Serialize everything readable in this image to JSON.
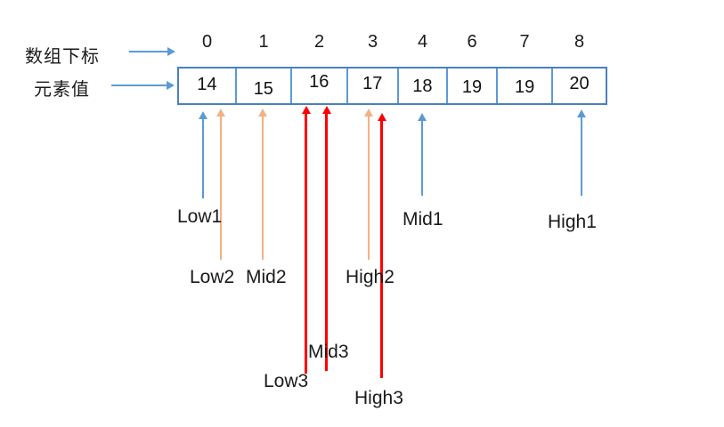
{
  "diagram": {
    "row_labels": {
      "index_row_label": "数组下标",
      "value_row_label": "元素值"
    },
    "array": {
      "indices": [
        "0",
        "1",
        "2",
        "3",
        "4",
        "6",
        "7",
        "8"
      ],
      "values": [
        "14",
        "15",
        "16",
        "17",
        "18",
        "19",
        "19",
        "20"
      ]
    },
    "pointers": [
      {
        "label": "Low1",
        "color_name": "blue",
        "points_to_index": "0"
      },
      {
        "label": "Low2",
        "color_name": "orange",
        "points_to_index": "0"
      },
      {
        "label": "Mid2",
        "color_name": "orange",
        "points_to_index": "1"
      },
      {
        "label": "Low3",
        "color_name": "red",
        "points_to_index": "2"
      },
      {
        "label": "Mid3",
        "color_name": "red",
        "points_to_index": "2"
      },
      {
        "label": "High2",
        "color_name": "orange",
        "points_to_index": "3"
      },
      {
        "label": "High3",
        "color_name": "red",
        "points_to_index": "3"
      },
      {
        "label": "Mid1",
        "color_name": "blue",
        "points_to_index": "4"
      },
      {
        "label": "High1",
        "color_name": "blue",
        "points_to_index": "8"
      }
    ],
    "colors": {
      "blue": "#5b9bd5",
      "orange": "#f4b183",
      "red": "#fe0000",
      "border": "#4d7fbe",
      "text": "#1a1a1a"
    }
  }
}
